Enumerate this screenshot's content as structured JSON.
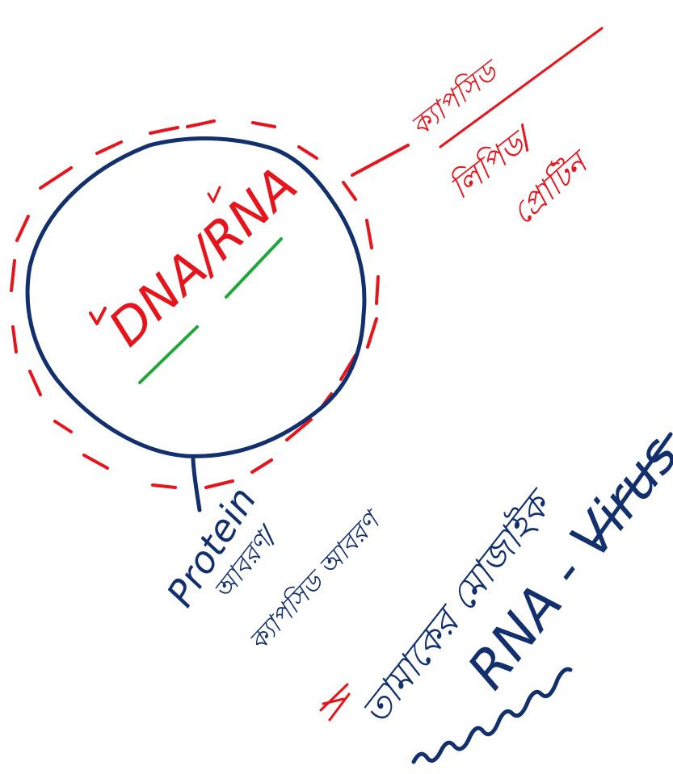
{
  "colors": {
    "background": "#ffffff",
    "cell_outline": "#12306e",
    "capsule_dashes": "#e8141c",
    "red_ink": "#e8141c",
    "blue_ink": "#12306e",
    "highlight_underline": "#1fa83a"
  },
  "core": {
    "label": "DNA/RNA"
  },
  "annotations": {
    "capsule_lines": [
      "ক্যাপসিড",
      "লিপিড/",
      "প্রোটিন"
    ],
    "protein_lines": [
      "Protein",
      "আবরণ/",
      "ক্যাপসিড আবরণ"
    ],
    "example_line": "তামাকের মোজাইক",
    "rna_virus": "RNA - Virus"
  },
  "icons": {
    "check_mark": "check-mark-icon",
    "mark_symbol": "ex-mark-icon"
  }
}
